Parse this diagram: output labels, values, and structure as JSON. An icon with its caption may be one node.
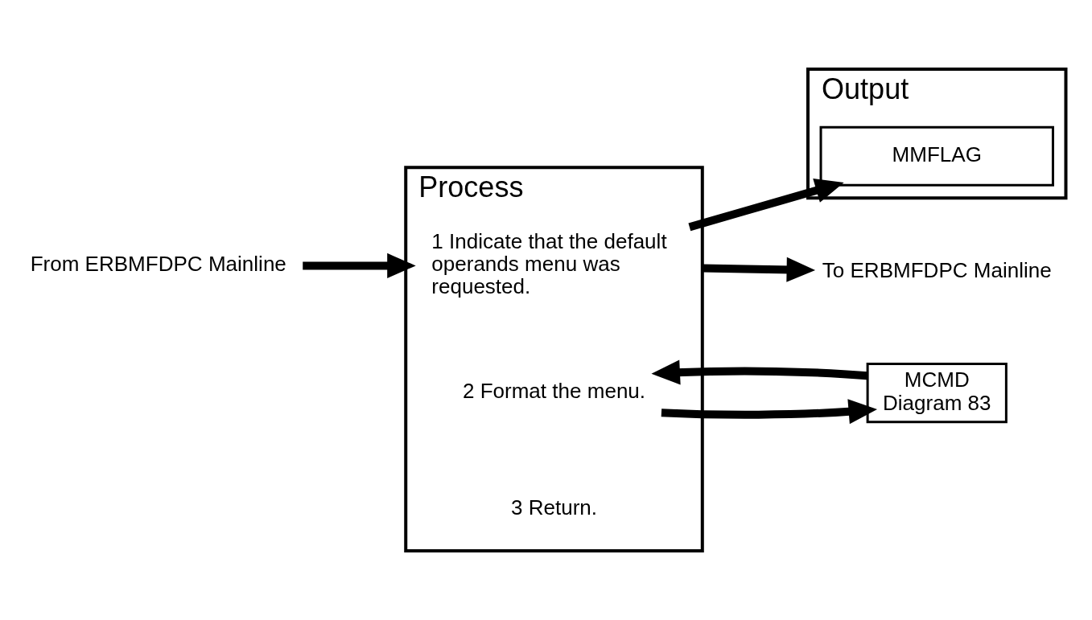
{
  "diagram": {
    "nodes": [
      {
        "text": [
          "From ERBMFDPC Mainline"
        ]
      },
      {
        "text": [
          "Process"
        ]
      },
      {
        "text": [
          "1 Indicate that the default operands menu was requested."
        ],
        "in": 1
      },
      {
        "text": [
          "2 Format the menu."
        ],
        "in": 1
      },
      {
        "text": [
          "3 Return."
        ],
        "in": 1
      },
      {
        "text": [
          "Output"
        ]
      },
      {
        "text": [
          "MMFLAG"
        ],
        "in": 5
      },
      {
        "text": [
          "MCMD",
          "Diagram 83"
        ]
      },
      {
        "text": [
          "To ERBMFDPC Mainline"
        ]
      }
    ],
    "edges": [
      {
        "from": 0,
        "to": 1,
        "arrow": "to"
      },
      {
        "from": 2,
        "to": 6,
        "arrow": "to"
      },
      {
        "from": 7,
        "to": 3,
        "arrow": "to"
      },
      {
        "from": 3,
        "to": 7,
        "arrow": "to"
      },
      {
        "from": 1,
        "to": 8,
        "arrow": "to"
      }
    ]
  }
}
